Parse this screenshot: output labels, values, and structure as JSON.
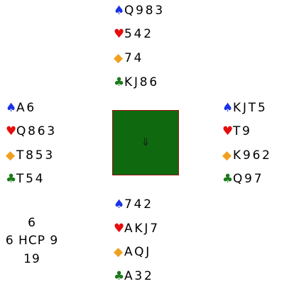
{
  "colors": {
    "spade": "#1a33e6",
    "heart": "#e60d0d",
    "diamond": "#f0a020",
    "club": "#1a7a1a",
    "table": "#0f6a0f",
    "table_border": "#9c1010"
  },
  "suit_symbols": {
    "spade": "♠",
    "heart": "♥",
    "diamond": "◆",
    "club": "♣"
  },
  "hands": {
    "north": {
      "spades": "Q983",
      "hearts": "542",
      "diamonds": "74",
      "clubs": "KJ86"
    },
    "west": {
      "spades": "A6",
      "hearts": "Q863",
      "diamonds": "T853",
      "clubs": "T54"
    },
    "east": {
      "spades": "KJT5",
      "hearts": "T9",
      "diamonds": "K962",
      "clubs": "Q97"
    },
    "south": {
      "spades": "742",
      "hearts": "AKJ7",
      "diamonds": "AQJ",
      "clubs": "A32"
    }
  },
  "dealer_indicator": "⇓",
  "hcp": {
    "north": "6",
    "west": "6",
    "label": "HCP",
    "east": "9",
    "south": "19"
  }
}
